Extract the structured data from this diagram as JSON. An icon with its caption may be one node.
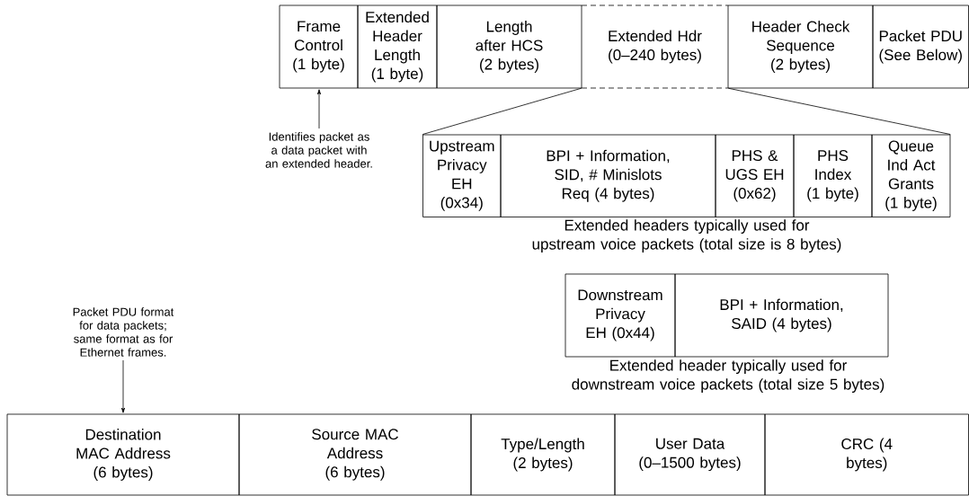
{
  "diagram": {
    "nodes": [
      {
        "text": [
          "Frame Control (1 byte)"
        ]
      },
      {
        "text": [
          "Extended Header Length (1 byte)"
        ]
      },
      {
        "text": [
          "Length after HCS (2 bytes)"
        ]
      },
      {
        "text": [
          "Extended Hdr (0–240 bytes)"
        ]
      },
      {
        "text": [
          "Header Check Sequence (2 bytes)"
        ]
      },
      {
        "text": [
          "Packet PDU (See Below)"
        ]
      },
      {
        "text": [
          "Identifies packet as a data packet with an extended header."
        ]
      },
      {
        "text": [
          "Upstream Privacy EH (0x34)"
        ]
      },
      {
        "text": [
          "BPI + Information, SID, # Minislots Req (4 bytes)"
        ]
      },
      {
        "text": [
          "PHS & UGS EH (0x62)"
        ]
      },
      {
        "text": [
          "PHS Index (1 byte)"
        ]
      },
      {
        "text": [
          "Queue Ind Act Grants (1 byte)"
        ]
      },
      {
        "text": [
          "Downstream Privacy EH (0x44)"
        ]
      },
      {
        "text": [
          "BPI + Information, SAID (4 bytes)"
        ]
      },
      {
        "text": [
          "Packet PDU format for data packets; same format as for Ethernet frames."
        ]
      },
      {
        "text": [
          "Destination MAC Address (6 bytes)"
        ]
      },
      {
        "text": [
          "Source MAC Address (6 bytes)"
        ]
      },
      {
        "text": [
          "Type/Length (2 bytes)"
        ]
      },
      {
        "text": [
          "User Data (0–1500 bytes)"
        ]
      },
      {
        "text": [
          "CRC (4 bytes)"
        ]
      }
    ],
    "edges": [
      {
        "from": 6,
        "to": 0,
        "arrow": "to"
      },
      {
        "from": 3,
        "to": 7,
        "arrow": "none"
      },
      {
        "from": 3,
        "to": 11,
        "arrow": "none"
      },
      {
        "from": 14,
        "to": 15,
        "arrow": "to"
      }
    ],
    "labels": [
      "Extended headers typically used for upstream voice packets (total size is 8 bytes)",
      "Extended header typically used for downstream voice packets (total size 5 bytes)"
    ]
  }
}
